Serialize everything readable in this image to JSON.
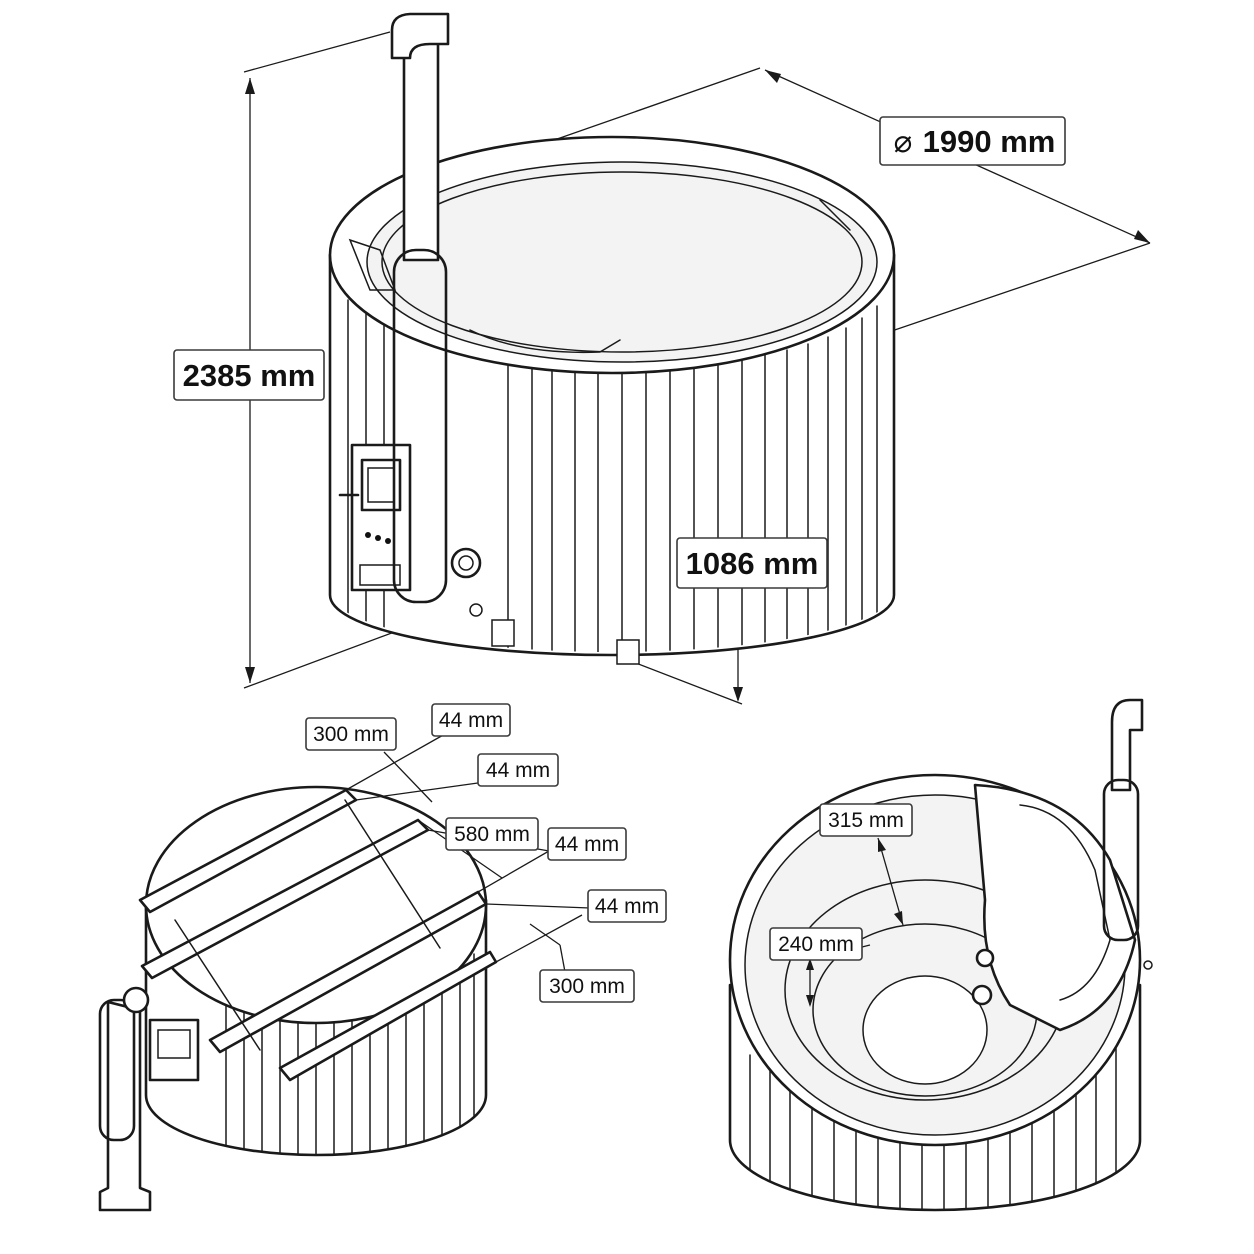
{
  "dimensions": {
    "total_height": "2385 mm",
    "diameter": "1990 mm",
    "diameter_symbol": "⌀",
    "tub_height": "1086 mm",
    "lid_outer_left": "300 mm",
    "lid_strip_1": "44 mm",
    "lid_strip_2": "44 mm",
    "lid_middle": "580 mm",
    "lid_strip_3": "44 mm",
    "lid_strip_4": "44 mm",
    "lid_outer_right": "300 mm",
    "seat_depth": "315 mm",
    "seat_height": "240 mm"
  },
  "colors": {
    "line": "#1a1a1a",
    "label_border": "#3a3a3a",
    "background": "#ffffff"
  },
  "icons": [
    "chimney-icon",
    "stove-door-icon",
    "diameter-symbol-icon"
  ]
}
